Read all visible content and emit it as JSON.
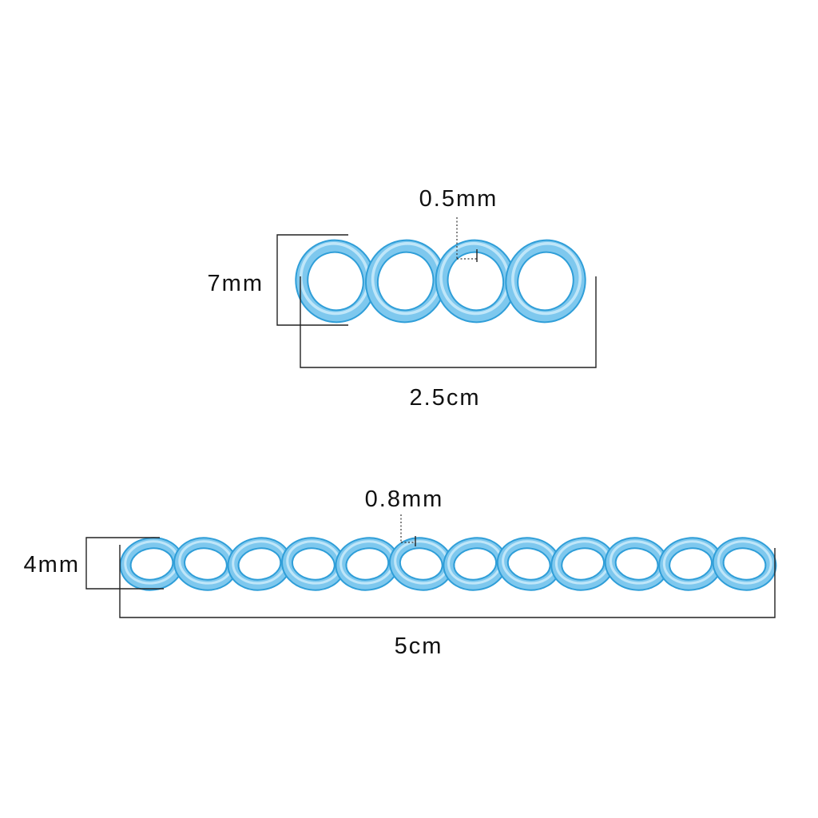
{
  "colors": {
    "chain": "#7ec8ee",
    "chain_outline": "#2f9ed8",
    "chain_highlight": "#bfe6f9",
    "dimension_lines": "#222222",
    "background": "#ffffff"
  },
  "chain_small": {
    "link_count": 4,
    "height_label": "7mm",
    "length_label": "2.5cm",
    "wire_label": "0.5mm"
  },
  "chain_large": {
    "link_count": 12,
    "height_label": "4mm",
    "length_label": "5cm",
    "wire_label": "0.8mm"
  }
}
